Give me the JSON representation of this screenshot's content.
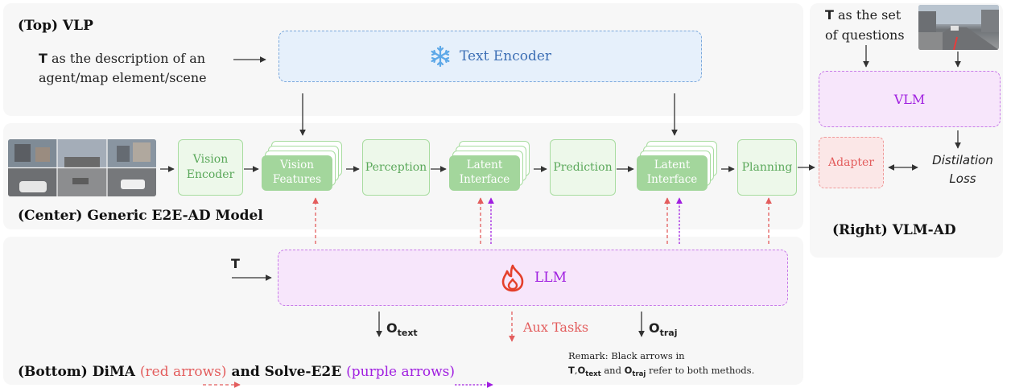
{
  "panels": {
    "top": {
      "title": "(Top) VLP"
    },
    "center": {
      "title": "(Center) Generic E2E-AD Model"
    },
    "right": {
      "title": "(Right) VLM-AD"
    },
    "bottom": {
      "title_prefix": "(Bottom) DiMA",
      "red_label": "(red arrows)",
      "and": "and Solve-E2E",
      "purple_label": "(purple arrows)",
      "close_paren": ""
    }
  },
  "top": {
    "t_symbol": "T",
    "desc_line1": "as the description of an",
    "desc_line2": "agent/map element/scene",
    "text_encoder": "Text Encoder",
    "snowflake_icon": "snowflake-icon"
  },
  "pipeline": {
    "vision_encoder": [
      "Vision",
      "Encoder"
    ],
    "vision_features": [
      "Vision",
      "Features"
    ],
    "perception": "Perception",
    "latent_interface_1": [
      "Latent",
      "Interface"
    ],
    "prediction": "Prediction",
    "latent_interface_2": [
      "Latent",
      "Interface"
    ],
    "planning": "Planning"
  },
  "right": {
    "t_symbol": "T",
    "q_line1": "as the set",
    "q_line2": "of questions",
    "vlm": "VLM",
    "adapter": "Adapter",
    "distill_line1": "Distilation",
    "distill_line2": "Loss"
  },
  "bottom": {
    "t_input": "T",
    "llm": "LLM",
    "fire_icon": "fire-icon",
    "o_text": "O",
    "o_text_sub": "text",
    "aux_tasks": "Aux Tasks",
    "o_traj": "O",
    "o_traj_sub": "traj",
    "remark_line1": "Remark: Black arrows in",
    "remark_t": "T",
    "remark_o1": "O",
    "remark_o1_sub": "text",
    "remark_and": "and",
    "remark_o2": "O",
    "remark_o2_sub": "traj",
    "remark_tail": "refer to both methods."
  },
  "colors": {
    "red_arrow": "#e35d5d",
    "purple_arrow": "#a01fe0",
    "black_arrow": "#333333",
    "green_box": "#edf8ea",
    "green_border": "#a8dca0"
  }
}
